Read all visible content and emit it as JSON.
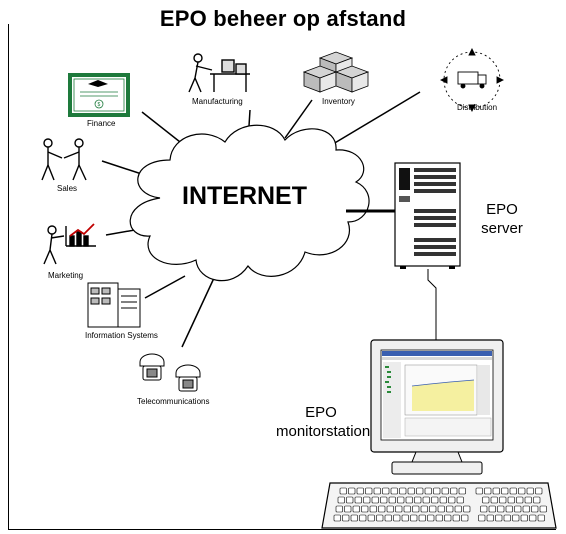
{
  "title": "EPO beheer op afstand",
  "cloud_label": "INTERNET",
  "nodes": {
    "finance": "Finance",
    "manufacturing": "Manufacturing",
    "inventory": "Inventory",
    "distribution": "Distribution",
    "sales": "Sales",
    "marketing": "Marketing",
    "information_systems": "Information Systems",
    "telecommunications": "Telecommunications"
  },
  "server": {
    "line1": "EPO",
    "line2": "server"
  },
  "monitor": {
    "line1": "EPO",
    "line2": "monitorstation"
  },
  "colors": {
    "certificate_green": "#1e7a3c",
    "screen_chart_fill": "#f5f0a0",
    "screen_titlebar": "#3a5fb0"
  }
}
